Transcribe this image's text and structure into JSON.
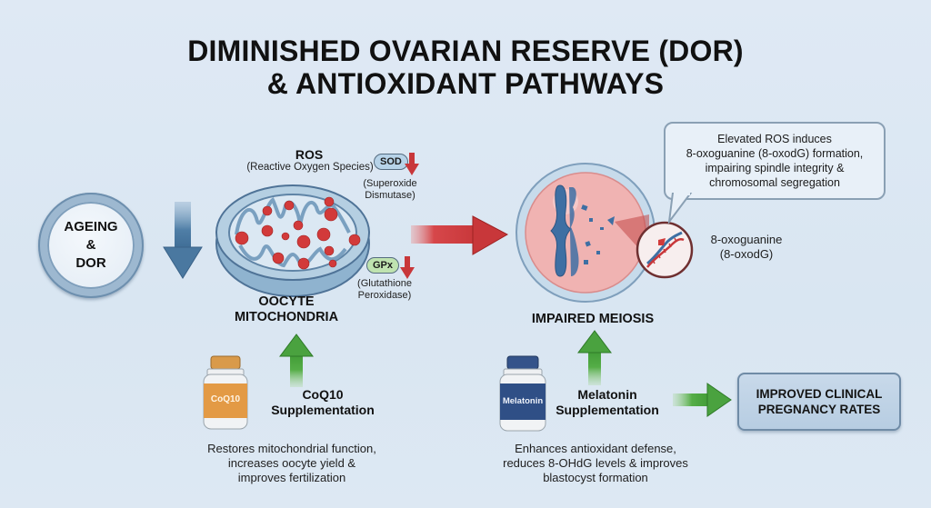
{
  "title": {
    "line1": "DIMINISHED OVARIAN RESERVE (DOR)",
    "line2": "& ANTIOXIDANT PATHWAYS"
  },
  "ageing": {
    "line1": "AGEING",
    "line2": "&",
    "line3": "DOR"
  },
  "ros": {
    "title": "ROS",
    "subtitle": "(Reactive Oxygen Species)"
  },
  "enzymes": [
    {
      "abbr": "SOD",
      "name_line1": "(Superoxide",
      "name_line2": "Dismutase)",
      "trend": "decreased",
      "color": "#b7d3e8"
    },
    {
      "abbr": "GPx",
      "name_line1": "(Glutathione",
      "name_line2": "Peroxidase)",
      "trend": "decreased",
      "color": "#bfe3b0"
    }
  ],
  "mitochondria": {
    "label_line1": "OOCYTE",
    "label_line2": "MITOCHONDRIA"
  },
  "callout": {
    "line1": "Elevated ROS induces",
    "line2": "8-oxoguanine (8-oxodG) formation,",
    "line3": "impairing spindle integrity &",
    "line4": "chromosomal segregation"
  },
  "dna_label": {
    "line1": "8-oxoguanine",
    "line2": "(8-oxodG)"
  },
  "meiosis": {
    "label": "IMPAIRED MEIOSIS"
  },
  "coq10": {
    "bottle_label": "CoQ10",
    "title_line1": "CoQ10",
    "title_line2": "Supplementation",
    "desc_line1": "Restores mitochondrial function,",
    "desc_line2": "increases oocyte yield &",
    "desc_line3": "improves fertilization",
    "color": "#e39a45"
  },
  "melatonin": {
    "bottle_label": "Melatonin",
    "title_line1": "Melatonin",
    "title_line2": "Supplementation",
    "desc_line1": "Enhances antioxidant defense,",
    "desc_line2": "reduces 8-OHdG levels & improves",
    "desc_line3": "blastocyst formation",
    "color": "#2f4f86"
  },
  "outcome": {
    "line1": "IMPROVED CLINICAL",
    "line2": "PREGNANCY RATES"
  },
  "colors": {
    "background": "#dce8f3",
    "blue_arrow": "#4f7ea6",
    "red_arrow": "#c8373a",
    "green_arrow": "#4aa23f",
    "ros_particle": "#d23a3a",
    "oocyte": "#f0b3b2"
  }
}
